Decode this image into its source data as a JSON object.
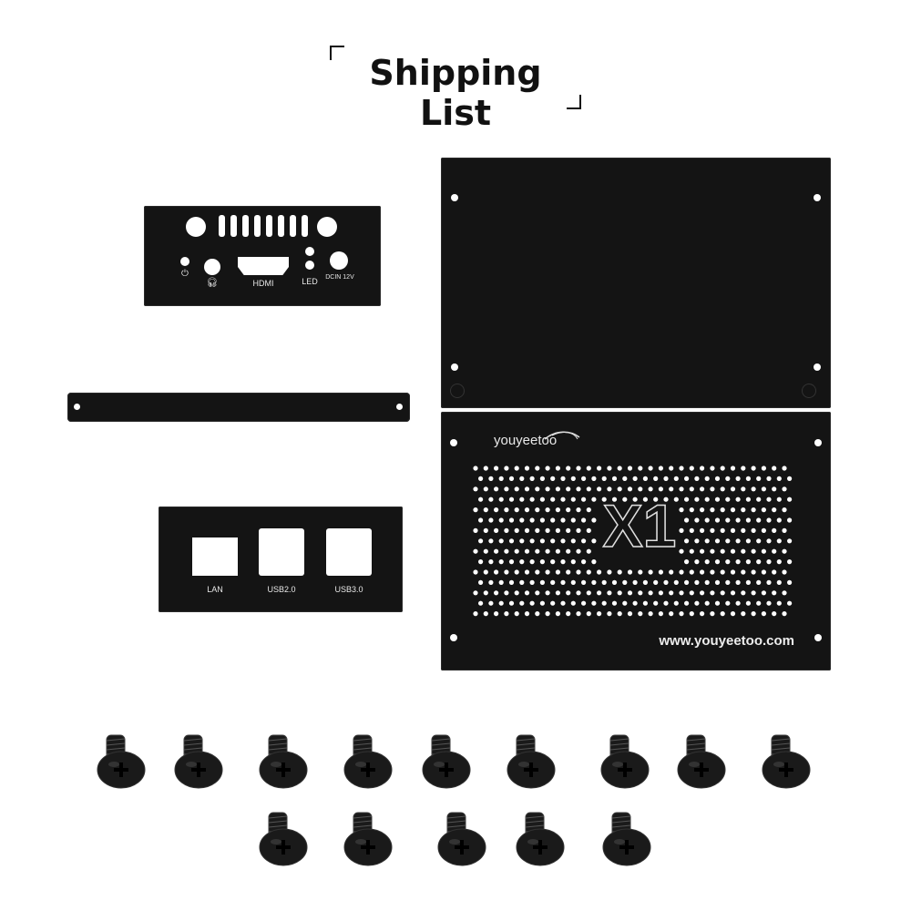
{
  "header": {
    "title": "Shipping List"
  },
  "front_panel": {
    "labels": {
      "hdmi": "HDMI",
      "led": "LED",
      "dc": "DCIN 12V"
    },
    "icons": [
      "power-icon",
      "headphone-icon"
    ]
  },
  "rear_panel": {
    "labels": {
      "lan": "LAN",
      "usb2": "USB2.0",
      "usb3": "USB3.0"
    }
  },
  "top_cover": {
    "brand": "youyeetoo",
    "model": "X1",
    "url": "www.youyeetoo.com"
  },
  "screws": {
    "count": 14,
    "color": "#1a1a1a"
  },
  "colors": {
    "metal": "#141414",
    "background": "#ffffff",
    "print": "#e8e8e8"
  }
}
